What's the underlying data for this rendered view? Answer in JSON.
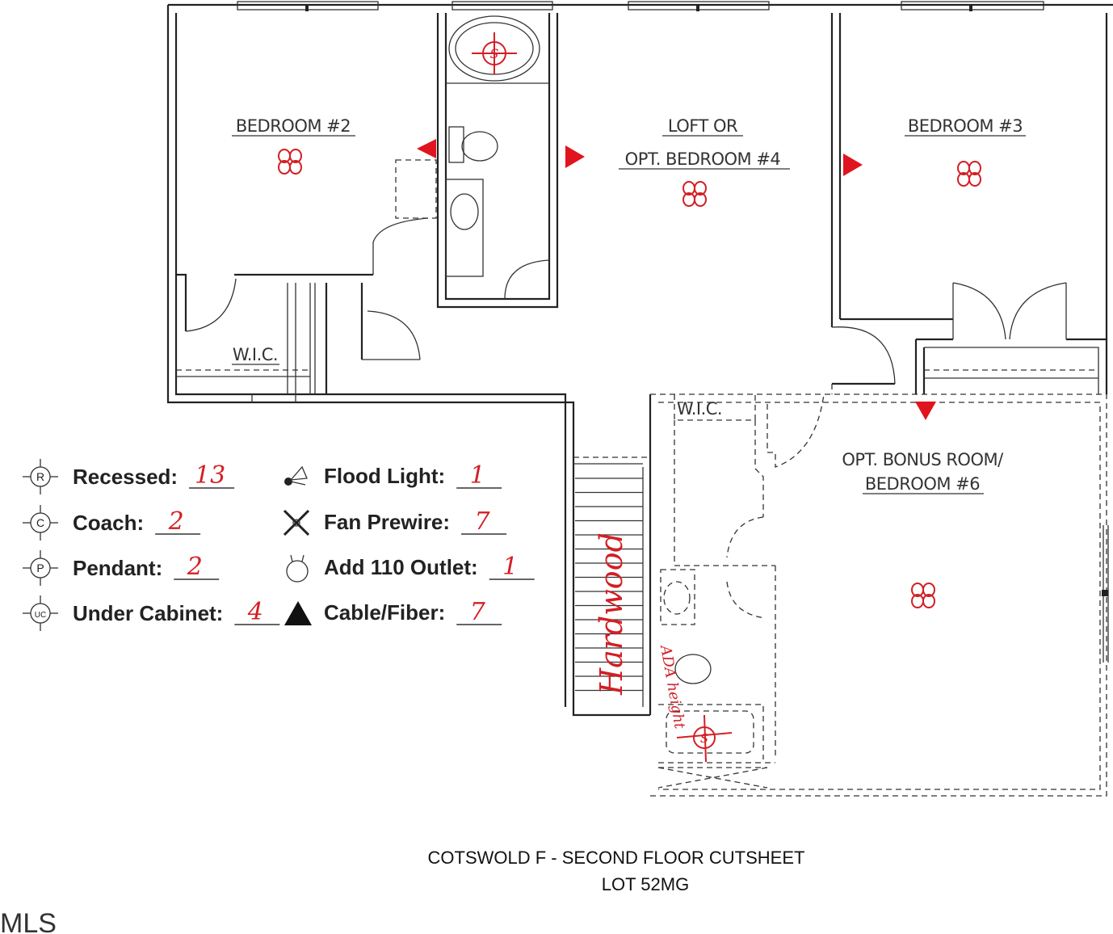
{
  "rooms": {
    "bedroom2": "BEDROOM #2",
    "loft_line1": "LOFT OR",
    "loft_line2": "OPT. BEDROOM #4",
    "bedroom3": "BEDROOM #3",
    "wic1": "W.I.C.",
    "wic2": "W.I.C.",
    "bonus_line1": "OPT. BONUS ROOM/",
    "bonus_line2": "BEDROOM #6"
  },
  "legend": {
    "recessed": {
      "label": "Recessed:",
      "count": "13",
      "icon": "R"
    },
    "coach": {
      "label": "Coach:",
      "count": "2",
      "icon": "C"
    },
    "pendant": {
      "label": "Pendant:",
      "count": "2",
      "icon": "P"
    },
    "under_cabinet": {
      "label": "Under Cabinet:",
      "count": "4",
      "icon": "UC"
    },
    "flood_light": {
      "label": "Flood Light:",
      "count": "1",
      "icon": "flood-light-icon"
    },
    "fan_prewire": {
      "label": "Fan Prewire:",
      "count": "7",
      "icon": "fan-prewire-icon"
    },
    "outlet": {
      "label": "Add 110 Outlet:",
      "count": "1",
      "icon": "outlet-icon"
    },
    "cable": {
      "label": "Cable/Fiber:",
      "count": "7",
      "icon": "cable-fiber-icon"
    }
  },
  "annotations": {
    "hardwood": "Hardwood",
    "ada_height": "ADA height",
    "speaker_symbol": "S"
  },
  "title": {
    "line1": "COTSWOLD F - SECOND FLOOR CUTSHEET",
    "line2": "LOT 52MG"
  },
  "watermark": "MLS",
  "colors": {
    "markup_red": "#d21f25",
    "line": "#222222"
  }
}
